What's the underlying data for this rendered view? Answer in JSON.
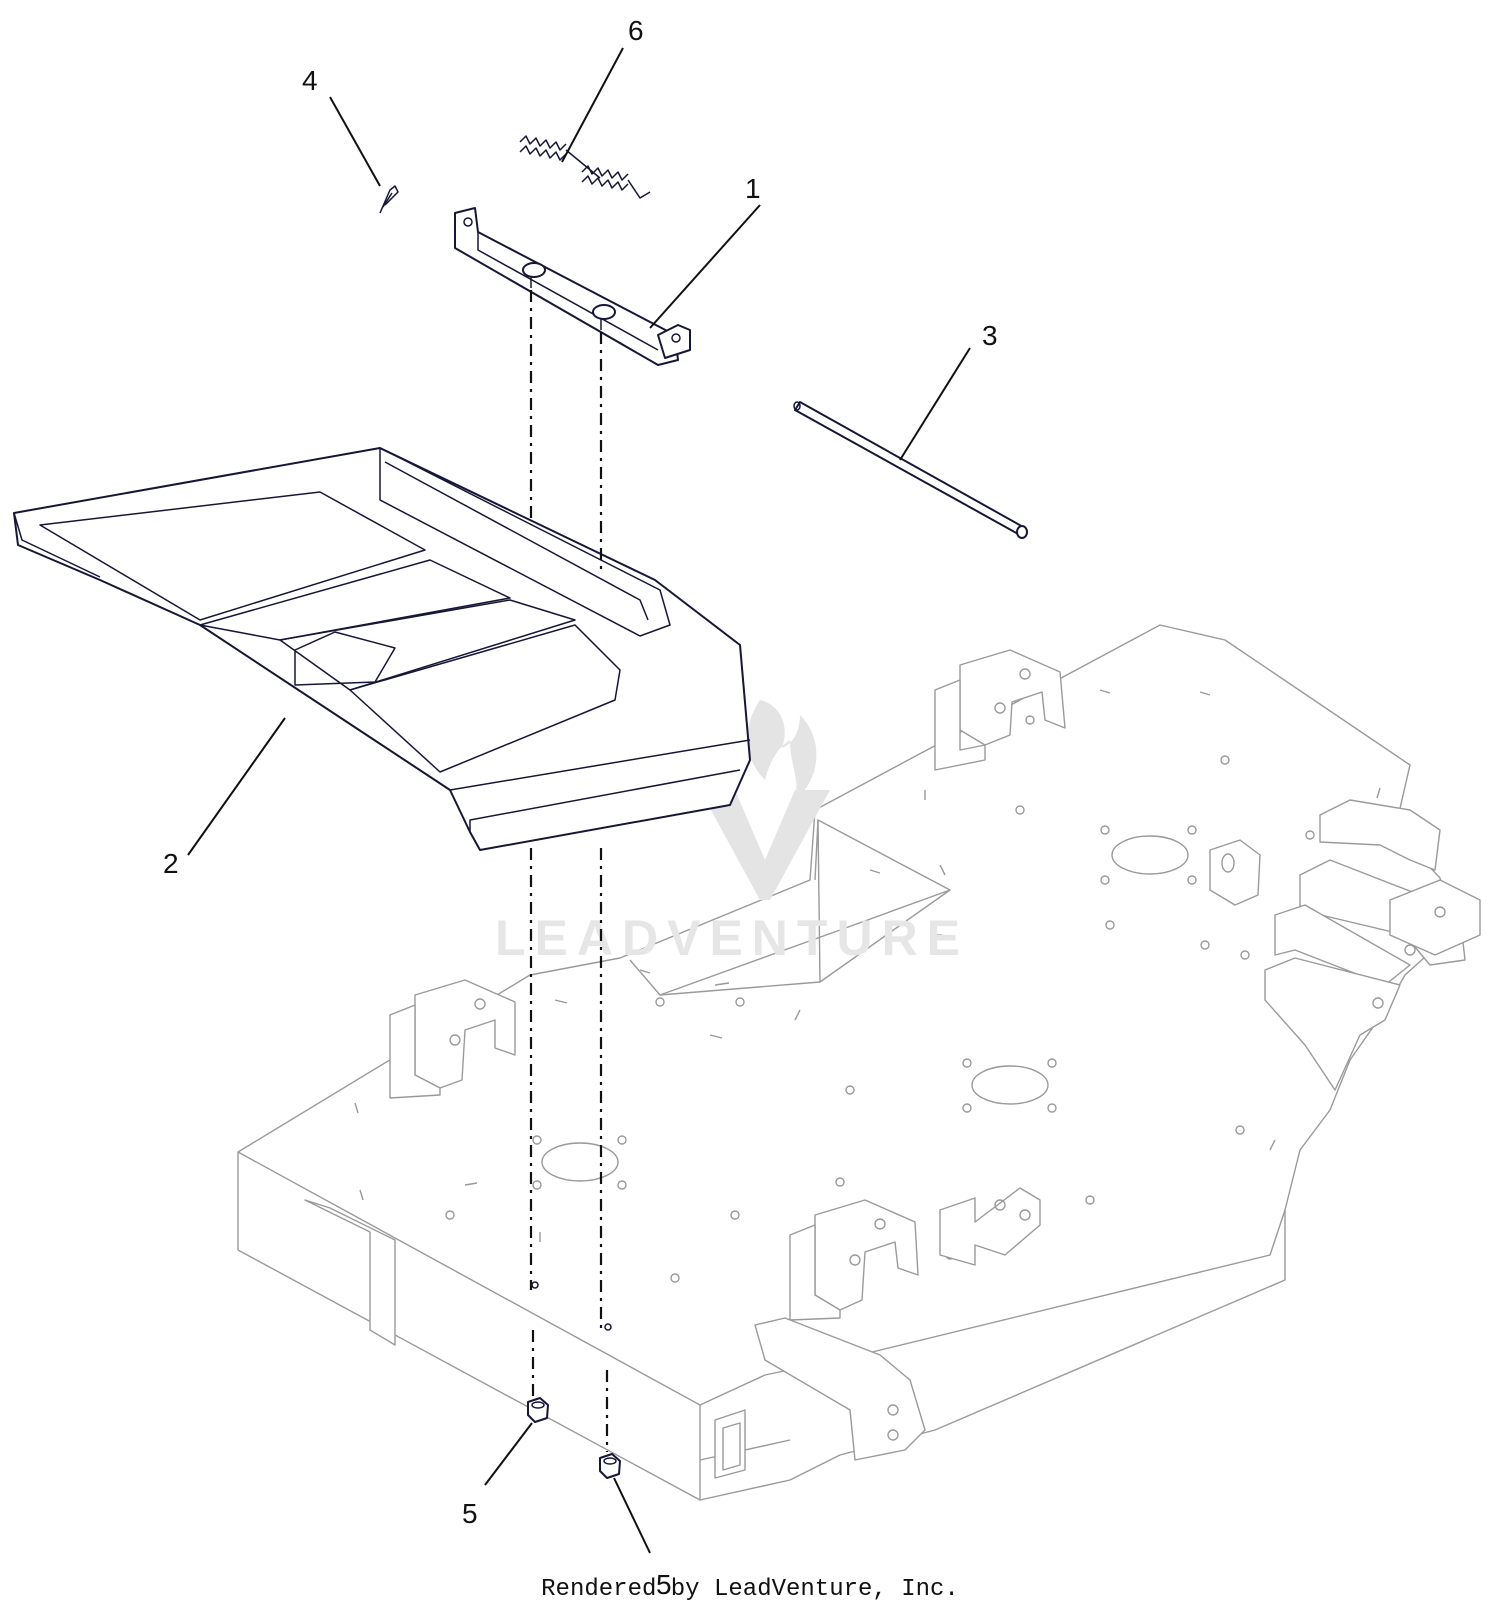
{
  "callouts": {
    "c1": "1",
    "c2": "2",
    "c3": "3",
    "c4": "4",
    "c5a": "5",
    "c5b": "5",
    "c6": "6"
  },
  "parts": [
    {
      "number": "1",
      "name": "mount bracket"
    },
    {
      "number": "2",
      "name": "foot plate"
    },
    {
      "number": "3",
      "name": "pin"
    },
    {
      "number": "4",
      "name": "hairpin clip"
    },
    {
      "number": "5",
      "name": "nut"
    },
    {
      "number": "6",
      "name": "torsion spring"
    }
  ],
  "watermark": {
    "text": "LEADVENTURE"
  },
  "footer": {
    "text": "Rendered by LeadVenture, Inc."
  },
  "colors": {
    "part_stroke": "#161638",
    "frame_stroke": "#9a9a9a",
    "watermark": "#e4e4e4"
  }
}
